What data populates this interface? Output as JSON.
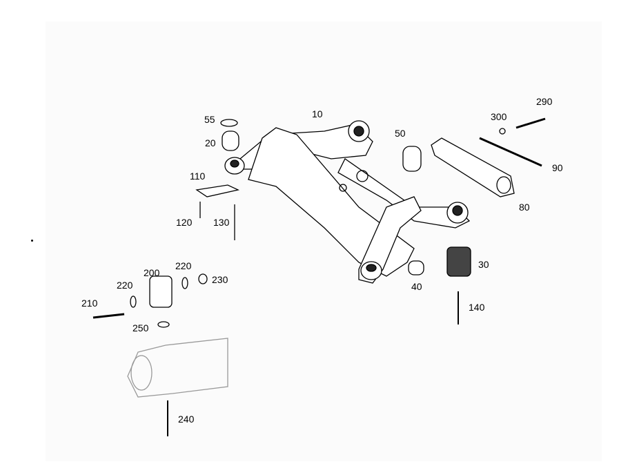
{
  "diagram": {
    "labels": [
      "10",
      "20",
      "30",
      "40",
      "50",
      "55",
      "80",
      "90",
      "110",
      "120",
      "130",
      "140",
      "200",
      "210",
      "220",
      "220",
      "230",
      "240",
      "250",
      "290",
      "300"
    ]
  }
}
